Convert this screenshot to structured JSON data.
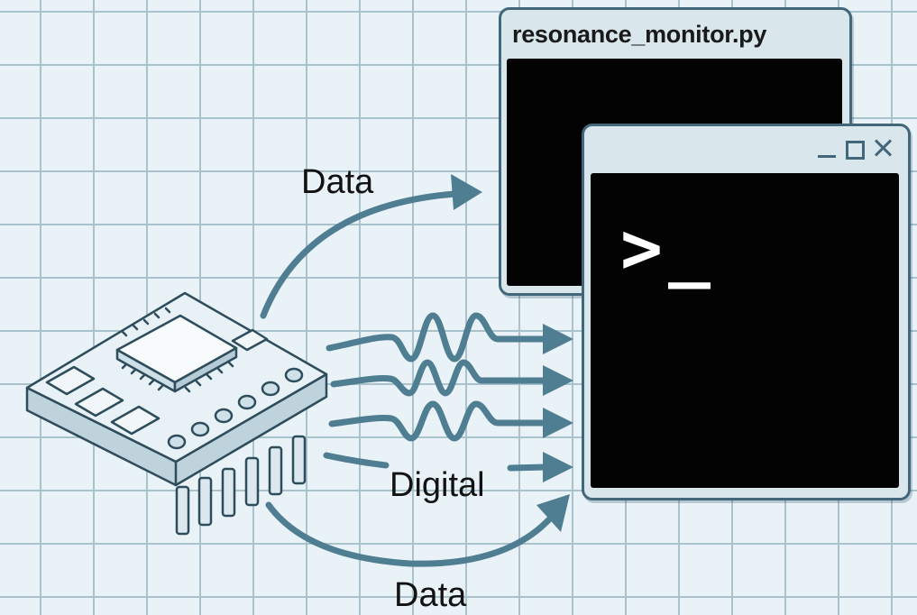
{
  "diagram": {
    "labels": {
      "top_arrow": "Data",
      "middle_arrow": "Digital",
      "bottom_arrow": "Data"
    },
    "back_window": {
      "title": "resonance_monitor.py"
    },
    "front_window": {
      "prompt": ">_",
      "controls": [
        "minimize-icon",
        "maximize-icon",
        "close-icon"
      ]
    },
    "colors": {
      "arrow": "#4f7d92",
      "window_frame": "#42667a",
      "screen": "#030303",
      "grid": "#a9c2cc",
      "background": "#e9f3f7"
    }
  }
}
